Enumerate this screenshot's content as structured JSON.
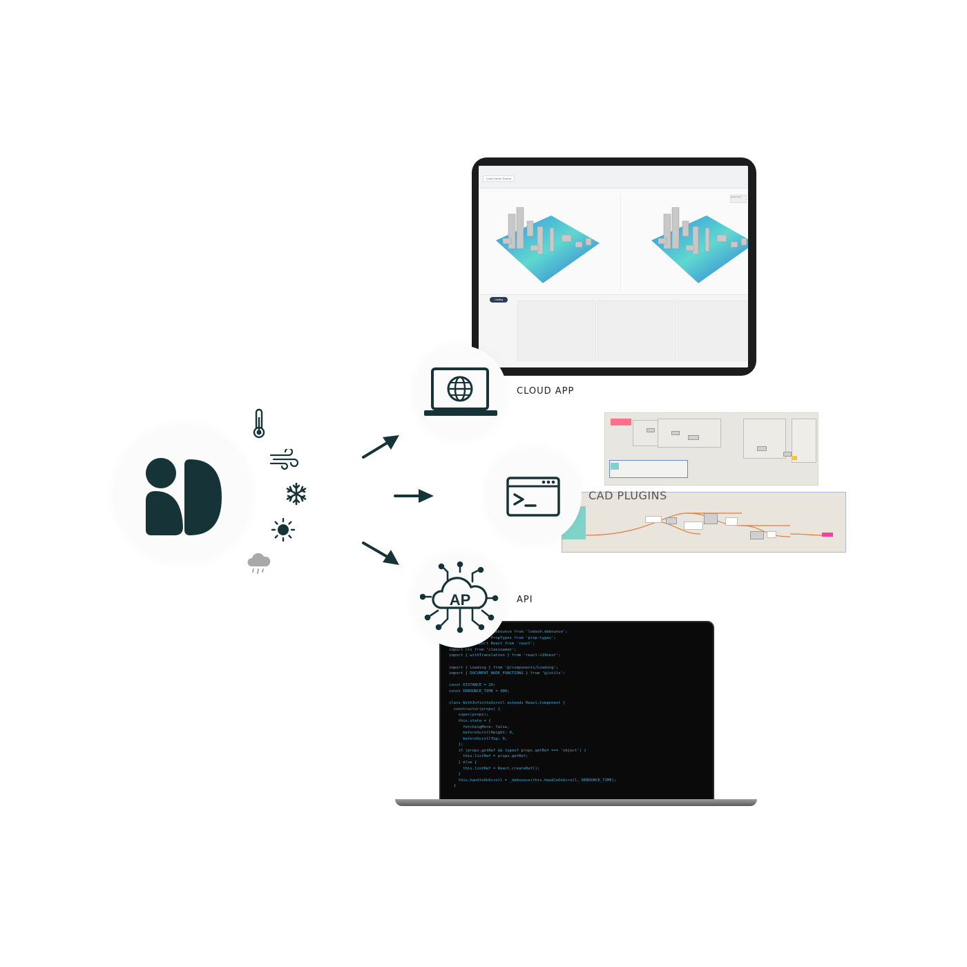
{
  "labels": {
    "cloud_app": "CLOUD APP",
    "cad_plugins": "CAD PLUGINS",
    "api": "API",
    "api_icon_text": "AP"
  },
  "tablet": {
    "tab_label": "Load Corner Towers",
    "button_label": "Reset View",
    "loading_label": "Loading"
  },
  "weather_icons": [
    "thermometer-icon",
    "wind-icon",
    "snowflake-icon",
    "sun-icon",
    "rain-cloud-icon"
  ],
  "colors": {
    "brand_dark": "#163338",
    "sim_blue": "#2f8fe0",
    "sim_cyan": "#5fd8d0",
    "plugin_orange": "#e07b3a",
    "plugin_pink": "#ff3fa0",
    "code_blue": "#3fa9d8"
  }
}
